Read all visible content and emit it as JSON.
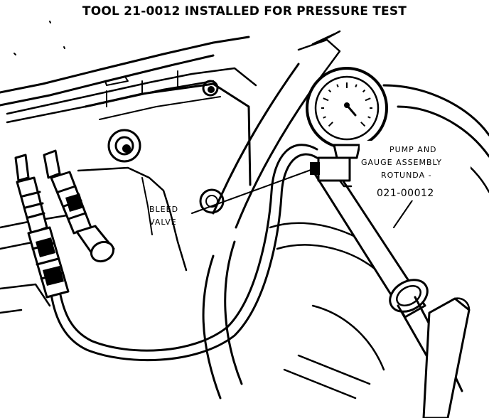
{
  "title": "TOOL 21-0012 INSTALLED FOR PRESSURE TEST",
  "labels": {
    "bleed_valve": [
      "BLEED",
      "VALVE"
    ],
    "pump_gauge": [
      "PUMP AND",
      "GAUGE ASSEMBLY",
      "ROTUNDA -",
      "021-00012"
    ]
  },
  "colors": {
    "ink": "#000000",
    "paper": "#ffffff"
  }
}
